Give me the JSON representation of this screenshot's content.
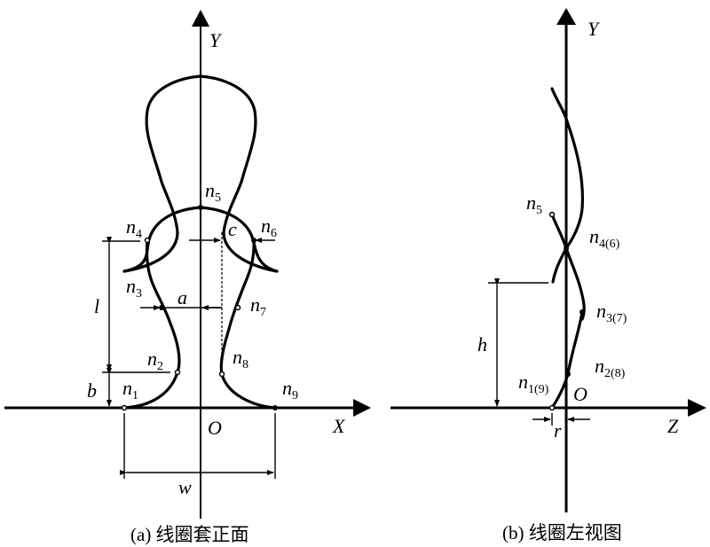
{
  "diagram_a": {
    "caption": "(a) 线圈套正面",
    "axes": {
      "x_label": "X",
      "y_label": "Y",
      "origin_label": "O"
    },
    "nodes": [
      {
        "base": "n",
        "sub": "1"
      },
      {
        "base": "n",
        "sub": "2"
      },
      {
        "base": "n",
        "sub": "3"
      },
      {
        "base": "n",
        "sub": "4"
      },
      {
        "base": "n",
        "sub": "5"
      },
      {
        "base": "n",
        "sub": "6"
      },
      {
        "base": "n",
        "sub": "7"
      },
      {
        "base": "n",
        "sub": "8"
      },
      {
        "base": "n",
        "sub": "9"
      }
    ],
    "dimensions": {
      "a": "a",
      "b": "b",
      "c": "c",
      "l": "l",
      "w": "w"
    }
  },
  "diagram_b": {
    "caption": "(b) 线圈左视图",
    "axes": {
      "z_label": "Z",
      "y_label": "Y",
      "origin_label": "O"
    },
    "nodes": [
      {
        "base": "n",
        "sub": "5"
      },
      {
        "base": "n",
        "sub": "4(6)"
      },
      {
        "base": "n",
        "sub": "3(7)"
      },
      {
        "base": "n",
        "sub": "2(8)"
      },
      {
        "base": "n",
        "sub": "1(9)"
      }
    ],
    "dimensions": {
      "h": "h",
      "r": "r"
    }
  }
}
